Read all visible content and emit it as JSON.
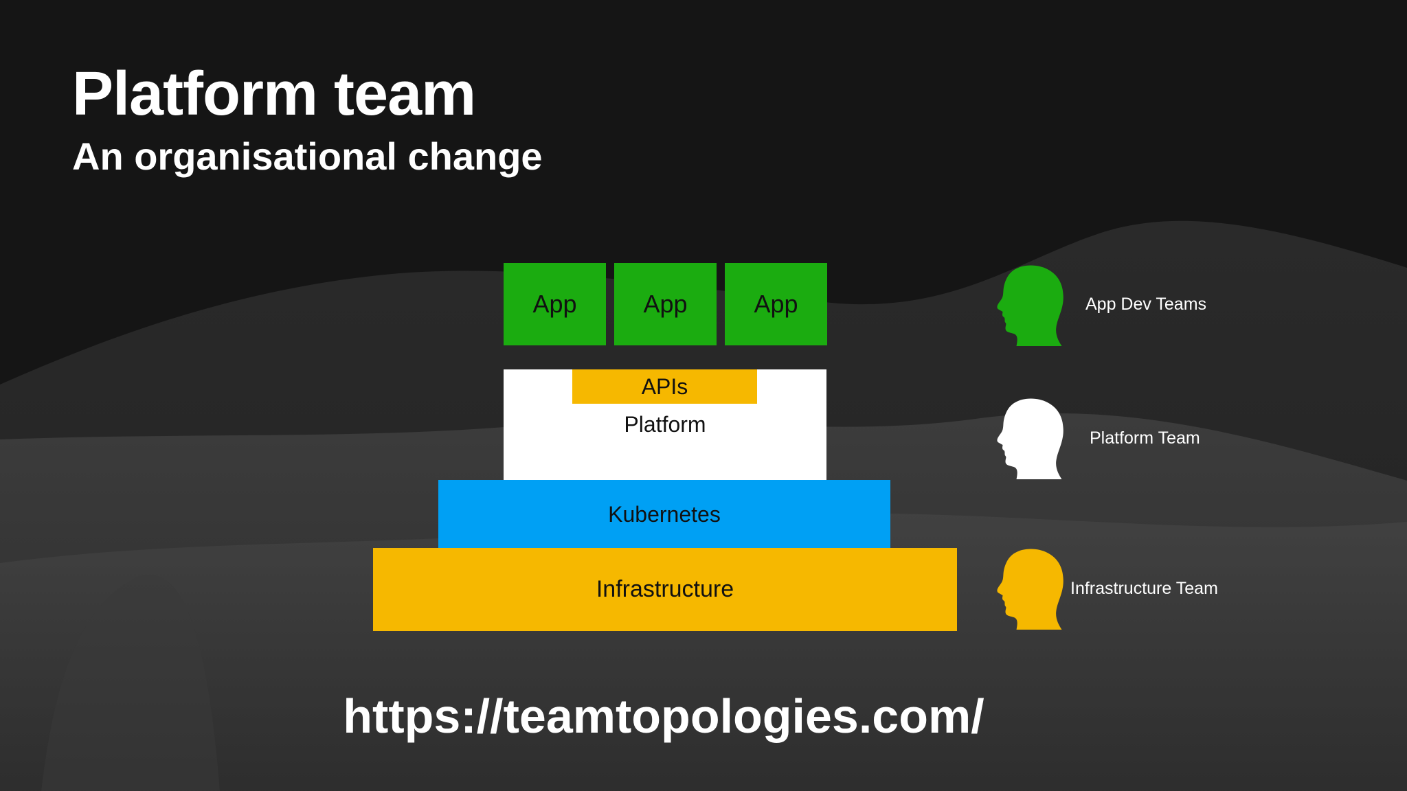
{
  "slide": {
    "title": "Platform team",
    "subtitle": "An organisational change",
    "url": "https://teamtopologies.com/"
  },
  "stack": {
    "apps": [
      "App",
      "App",
      "App"
    ],
    "apis_label": "APIs",
    "platform_label": "Platform",
    "kubernetes_label": "Kubernetes",
    "infrastructure_label": "Infrastructure"
  },
  "teams": [
    {
      "label": "App Dev Teams",
      "icon": "head-silhouette-icon",
      "color": "#1bac10"
    },
    {
      "label": "Platform Team",
      "icon": "head-silhouette-icon",
      "color": "#ffffff"
    },
    {
      "label": "Infrastructure Team",
      "icon": "head-silhouette-icon",
      "color": "#f6b800"
    }
  ],
  "colors": {
    "app": "#1bac10",
    "apis": "#f6b800",
    "platform": "#ffffff",
    "kubernetes": "#00a0f4",
    "infrastructure": "#f6b800",
    "background": "#161616"
  }
}
